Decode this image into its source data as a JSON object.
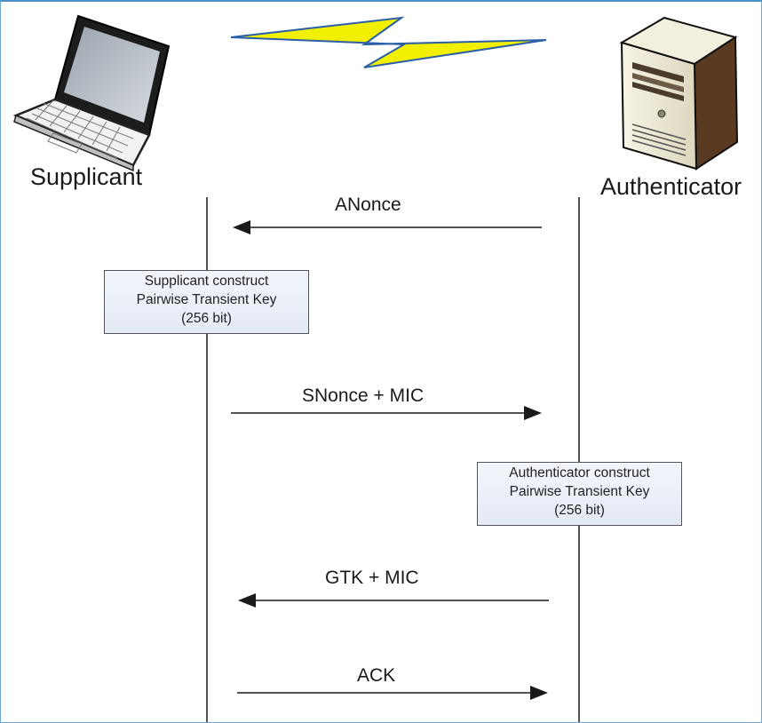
{
  "actors": {
    "supplicant": {
      "label": "Supplicant",
      "icon": "laptop-icon"
    },
    "authenticator": {
      "label": "Authenticator",
      "icon": "server-icon"
    }
  },
  "link_icon": "lightning-bolt-icon",
  "messages": [
    {
      "label": "ANonce",
      "direction": "authenticator-to-supplicant"
    },
    {
      "label": "SNonce + MIC",
      "direction": "supplicant-to-authenticator"
    },
    {
      "label": "GTK + MIC",
      "direction": "authenticator-to-supplicant"
    },
    {
      "label": "ACK",
      "direction": "supplicant-to-authenticator"
    }
  ],
  "notes": [
    {
      "line1": "Supplicant construct",
      "line2": "Pairwise Transient Key",
      "line3": "(256 bit)"
    },
    {
      "line1": "Authenticator construct",
      "line2": "Pairwise Transient Key",
      "line3": "(256 bit)"
    }
  ],
  "colors": {
    "bolt_fill": "#f2f000",
    "bolt_stroke": "#2a5fa8",
    "box_fill": "#e8edf7",
    "line": "#1a1a1a"
  }
}
